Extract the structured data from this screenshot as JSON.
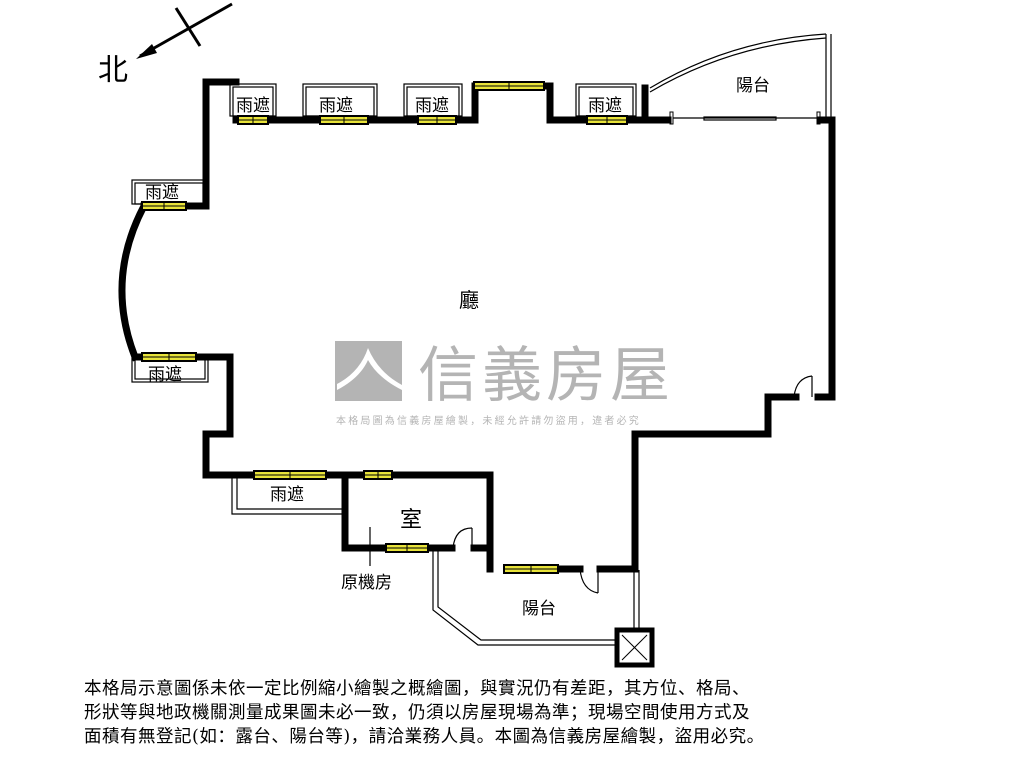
{
  "compass": {
    "label": "北"
  },
  "rooms": {
    "living": "廳",
    "room": "室",
    "balcony_top": "陽台",
    "balcony_bottom": "陽台",
    "old_machine_room": "原機房"
  },
  "canopies": [
    "雨遮",
    "雨遮",
    "雨遮",
    "雨遮",
    "雨遮",
    "雨遮",
    "雨遮"
  ],
  "watermark": {
    "brand": "信義房屋",
    "notice": "本格局圖為信義房屋繪製，未經允許請勿盜用，違者必究",
    "logo_color": "#a8a8a8"
  },
  "colors": {
    "wall": "#000000",
    "window": "#e8e33a",
    "background": "#ffffff"
  },
  "disclaimer": {
    "lines": [
      "本格局示意圖係未依一定比例縮小繪製之概繪圖，與實況仍有差距，其方位、格局、",
      "形狀等與地政機關測量成果圖未必一致，仍須以房屋現場為準；現場空間使用方式及",
      "面積有無登記(如：露台、陽台等)，請洽業務人員。本圖為信義房屋繪製，盜用必究。"
    ]
  }
}
